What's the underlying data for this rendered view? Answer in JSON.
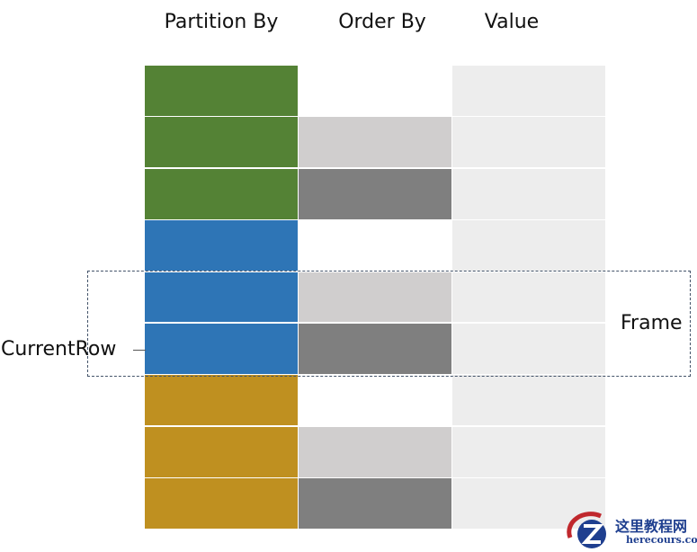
{
  "headers": {
    "partition": "Partition By",
    "order": "Order By",
    "value": "Value"
  },
  "labels": {
    "frame": "Frame",
    "current_row": "CurrentRow"
  },
  "colors": {
    "partitions": [
      "#548235",
      "#2e75b6",
      "#bf9020"
    ],
    "order": [
      "#ffffff",
      "#d0cece",
      "#7f7f7f"
    ],
    "value": "#ededed",
    "frame_border": "#44546a"
  },
  "partitions": [
    {
      "rows": 3
    },
    {
      "rows": 3
    },
    {
      "rows": 3
    }
  ],
  "watermark": {
    "name": "这里教程网",
    "site": "herecours.com"
  }
}
